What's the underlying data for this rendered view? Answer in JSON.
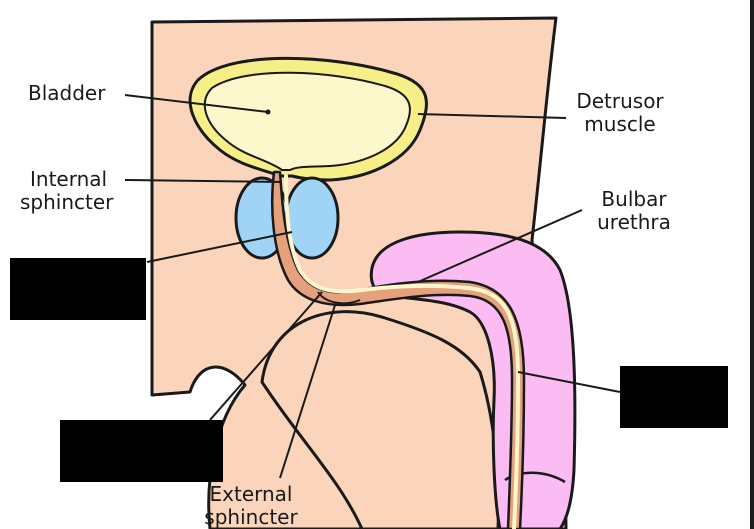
{
  "labels": {
    "bladder": "Bladder",
    "detrusor_line1": "Detrusor",
    "detrusor_line2": "muscle",
    "internal_line1": "Internal",
    "internal_line2": "sphincter",
    "bulbar_line1": "Bulbar",
    "bulbar_line2": "urethra",
    "external_line1": "External",
    "external_line2": "sphincter"
  },
  "colors": {
    "skin": "#fbd5bb",
    "bladder_wall": "#f6ee86",
    "bladder_lumen": "#fdf8cc",
    "prostate": "#9fd4f6",
    "penis": "#fbbcf4",
    "urethra_tissue": "#e4a17c",
    "urethra_lumen": "#fdf6cc",
    "outline": "#1a1a1a",
    "redaction": "#000000"
  }
}
